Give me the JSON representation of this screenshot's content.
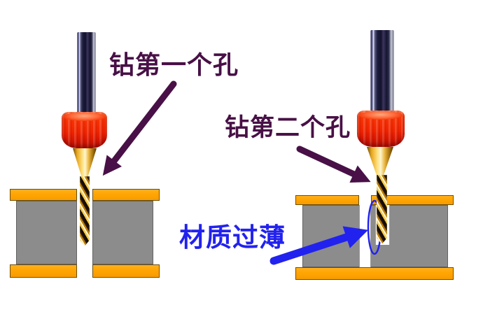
{
  "labels": {
    "first_hole": "钻第一个孔",
    "second_hole": "钻第二个孔",
    "thin_material": "材质过薄"
  },
  "colors": {
    "annotation_purple": "#481046",
    "annotation_blue": "#2222ee",
    "copper_orange": "#ffa502",
    "core_gray": "#8c8c8c",
    "collar_red": "#f02400",
    "drill_gold": "#f7c948"
  }
}
